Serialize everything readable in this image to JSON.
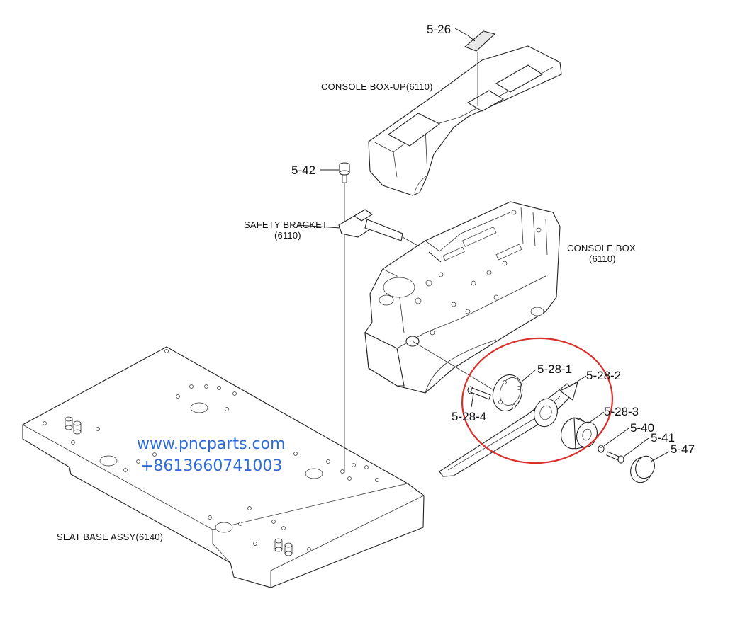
{
  "assemblies": {
    "console_box_up": "CONSOLE BOX-UP(6110)",
    "safety_bracket_line1": "SAFETY BRACKET",
    "safety_bracket_line2": "(6110)",
    "console_box_line1": "CONSOLE BOX",
    "console_box_line2": "(6110)",
    "seat_base": "SEAT BASE ASSY(6140)"
  },
  "callouts": {
    "c5_26": "5-26",
    "c5_42": "5-42",
    "c5_28_1": "5-28-1",
    "c5_28_2": "5-28-2",
    "c5_28_3": "5-28-3",
    "c5_28_4": "5-28-4",
    "c5_40": "5-40",
    "c5_41": "5-41",
    "c5_47": "5-47"
  },
  "watermark": {
    "url": "www.pncparts.com",
    "phone": "+8613660741003"
  },
  "colors": {
    "highlight_circle": "#d9302c",
    "watermark_text": "#2f6bd6",
    "line_art": "#222222"
  }
}
